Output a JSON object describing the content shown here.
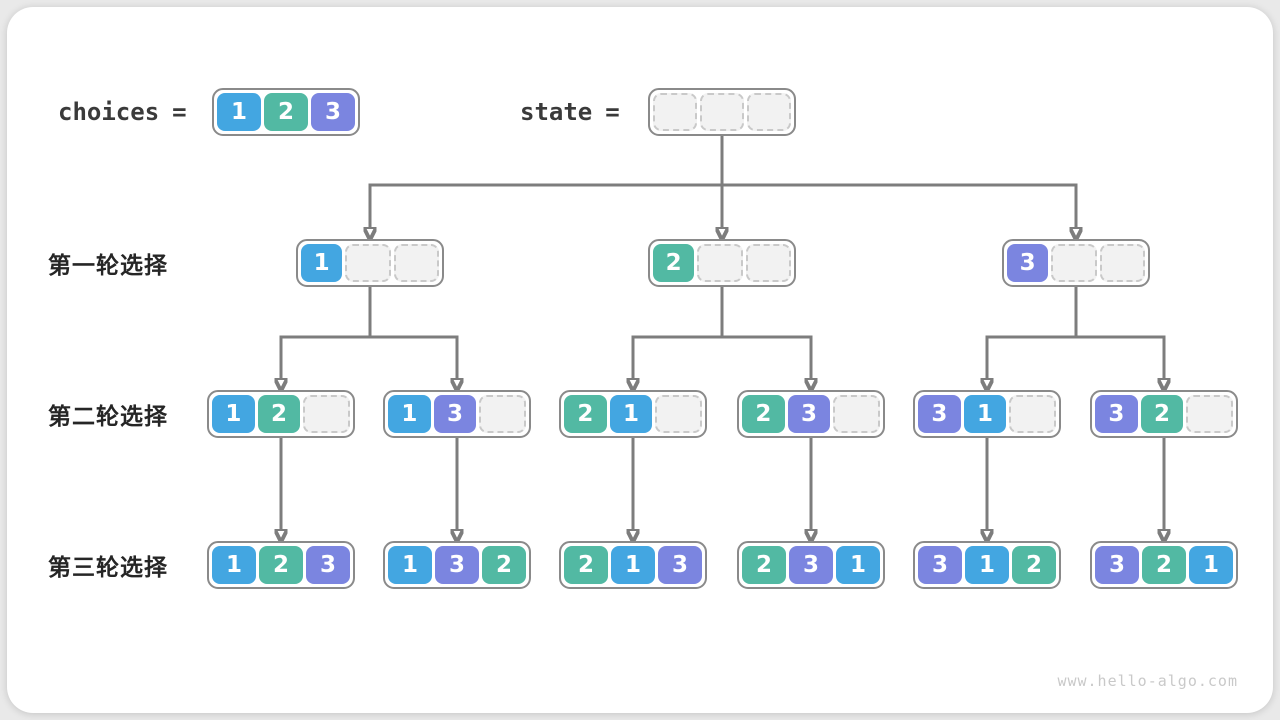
{
  "header": {
    "choices_label": "choices",
    "choices_eq": "=",
    "choices": [
      1,
      2,
      3
    ],
    "state_label": "state",
    "state_eq": "=",
    "state": [
      null,
      null,
      null
    ]
  },
  "rows": [
    {
      "label": "第一轮选择",
      "nodes": [
        [
          1,
          null,
          null
        ],
        [
          2,
          null,
          null
        ],
        [
          3,
          null,
          null
        ]
      ]
    },
    {
      "label": "第二轮选择",
      "nodes": [
        [
          1,
          2,
          null
        ],
        [
          1,
          3,
          null
        ],
        [
          2,
          1,
          null
        ],
        [
          2,
          3,
          null
        ],
        [
          3,
          1,
          null
        ],
        [
          3,
          2,
          null
        ]
      ]
    },
    {
      "label": "第三轮选择",
      "nodes": [
        [
          1,
          2,
          3
        ],
        [
          1,
          3,
          2
        ],
        [
          2,
          1,
          3
        ],
        [
          2,
          3,
          1
        ],
        [
          3,
          1,
          2
        ],
        [
          3,
          2,
          1
        ]
      ]
    }
  ],
  "watermark": "www.hello-algo.com",
  "colors": {
    "value_1": "#43a6e1",
    "value_2": "#52b9a3",
    "value_3": "#7b85e0",
    "arrow": "#7d7d7d",
    "box_border": "#8a8a8a",
    "empty_cell": "#f2f2f2"
  }
}
